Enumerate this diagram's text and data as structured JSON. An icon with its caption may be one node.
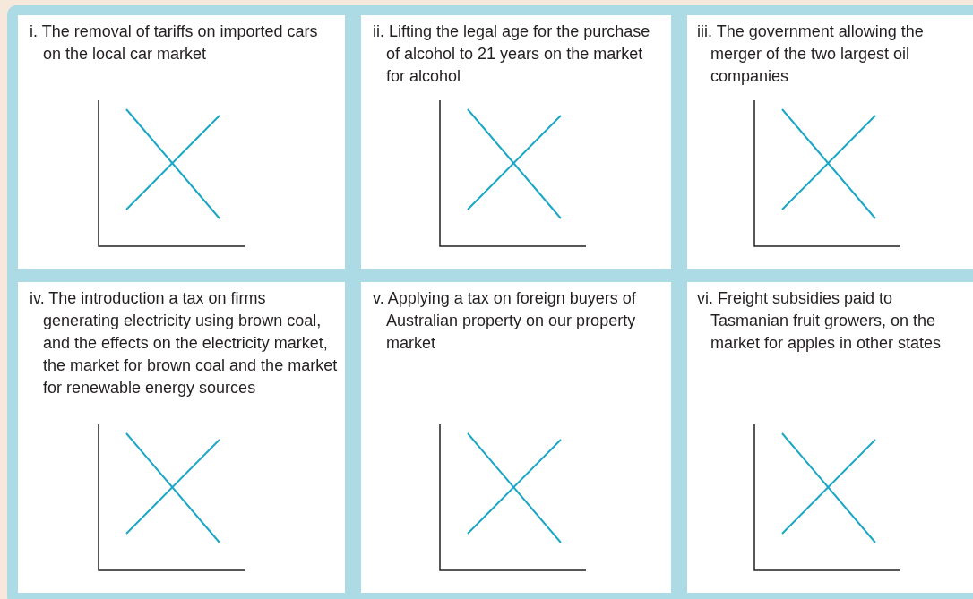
{
  "diagram": {
    "nodes": [
      {
        "text": [
          "i. The removal of tariffs on imported cars on the local car market"
        ]
      },
      {
        "text": [
          "ii. Lifting the legal age for the purchase of alcohol to 21 years on the market for alcohol"
        ]
      },
      {
        "text": [
          "iii. The government allowing the merger of the two largest oil companies"
        ]
      },
      {
        "text": [
          "iv. The introduction a tax on firms generating electricity using brown coal, and the effects on the electricity market, the market for brown coal and the market for renewable energy sources"
        ]
      },
      {
        "text": [
          "v. Applying a tax on foreign buyers of Australian property on our property market"
        ]
      },
      {
        "text": [
          "vi. Freight subsidies paid to Tasmanian fruit growers, on the market for apples in other states"
        ]
      }
    ]
  }
}
